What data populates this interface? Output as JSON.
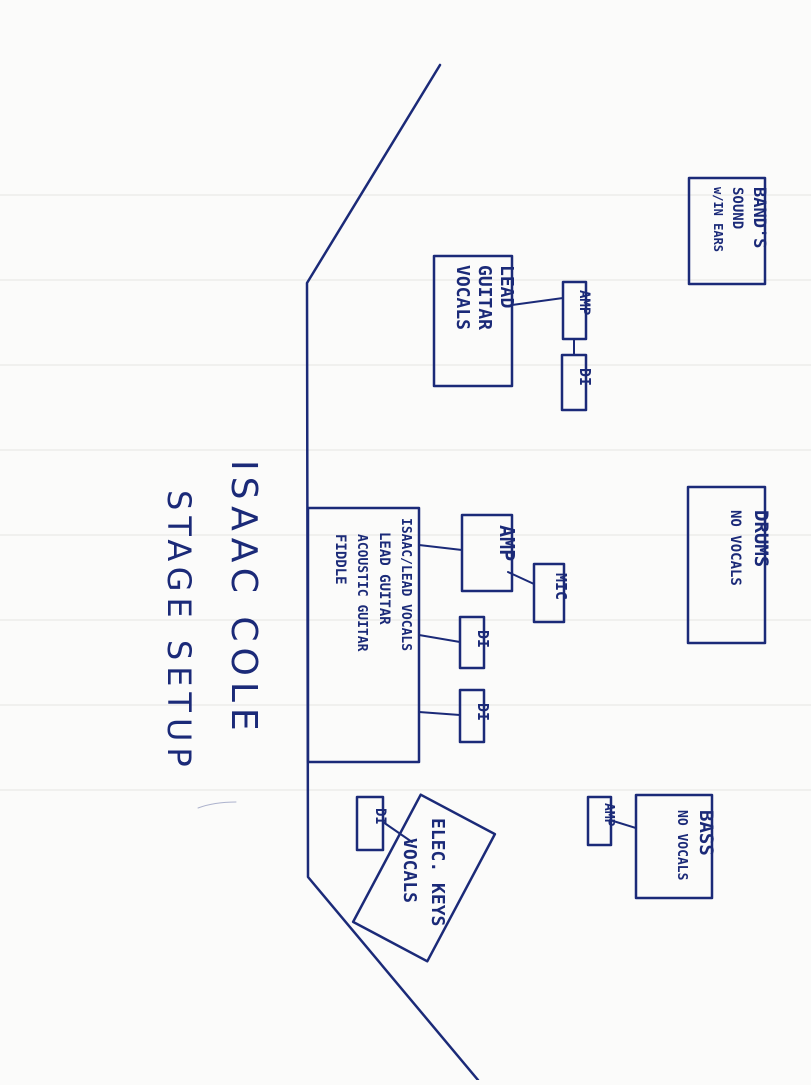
{
  "title": {
    "line1": "ISAAC COLE",
    "line2": "STAGE SETUP"
  },
  "ink_color": "#1b2a78",
  "paper_color": "#fbfbfa",
  "boxes": {
    "bands_sound": [
      "BAND'S",
      "SOUND",
      "w/IN EARS"
    ],
    "lead_guitar": [
      "LEAD",
      "GUITAR",
      "VOCALS"
    ],
    "drums": [
      "DRUMS",
      "NO VOCALS"
    ],
    "isaac": [
      "ISAAC/LEAD VOCALS",
      "LEAD GUITAR",
      "ACOUSTIC GUITAR",
      "FIDDLE"
    ],
    "bass": [
      "BASS",
      "NO VOCALS"
    ],
    "keys": [
      "ELEC. KEYS",
      "VOCALS"
    ]
  },
  "gear": {
    "lead_amp": "AMP",
    "lead_di": "DI",
    "isaac_amp": "AMP",
    "isaac_mic": "MIC",
    "isaac_di_1": "DI",
    "isaac_di_2": "DI",
    "bass_amp": "AMP",
    "keys_di": "DI"
  }
}
